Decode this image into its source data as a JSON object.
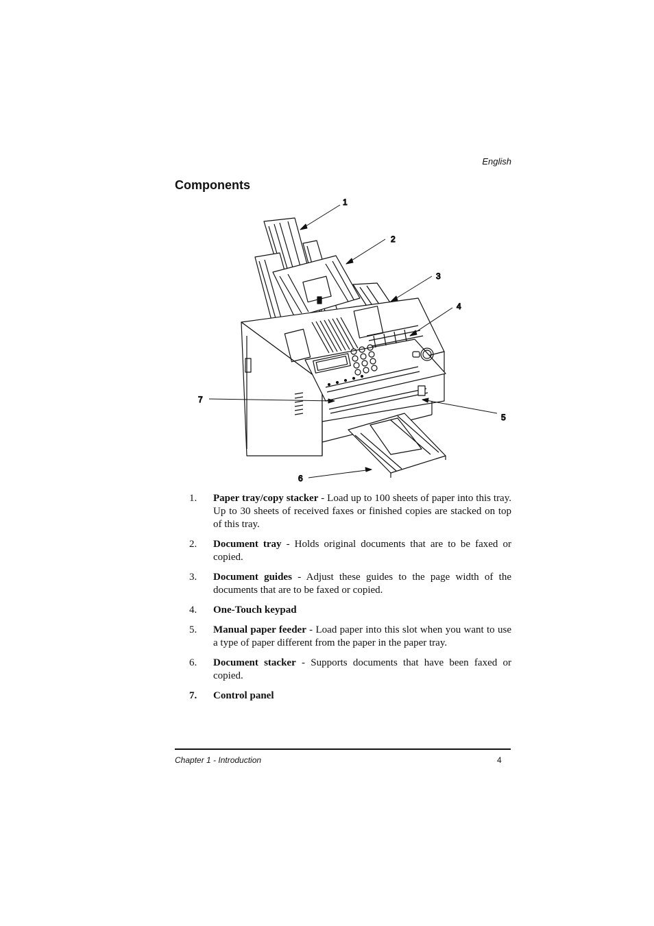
{
  "header": {
    "language": "English"
  },
  "section_title": "Components",
  "figure": {
    "callouts": [
      "1",
      "2",
      "3",
      "4",
      "5",
      "6",
      "7"
    ]
  },
  "items": [
    {
      "number": "1.",
      "term": "Paper tray/copy stacker",
      "desc": " - Load up to 100 sheets of paper into this tray. Up to 30 sheets of received faxes or finished copies are stacked on top of this tray."
    },
    {
      "number": "2.",
      "term": "Document tray",
      "desc": " - Holds original documents that are to be faxed or copied."
    },
    {
      "number": "3.",
      "term": "Document guides",
      "desc": " - Adjust these guides to the page width of the documents that are to be faxed or copied."
    },
    {
      "number": "4.",
      "term": "One-Touch keypad",
      "desc": ""
    },
    {
      "number": "5.",
      "term": "Manual paper feeder",
      "desc": " - Load paper into this slot when you want to use a type of paper different from the paper in the paper tray."
    },
    {
      "number": "6.",
      "term": "Document stacker",
      "desc": " - Supports documents that have been faxed or copied."
    },
    {
      "number": "7.",
      "term": "Control panel",
      "desc": ""
    }
  ],
  "footer": {
    "chapter": "Chapter 1 - Introduction",
    "page_number": "4"
  }
}
